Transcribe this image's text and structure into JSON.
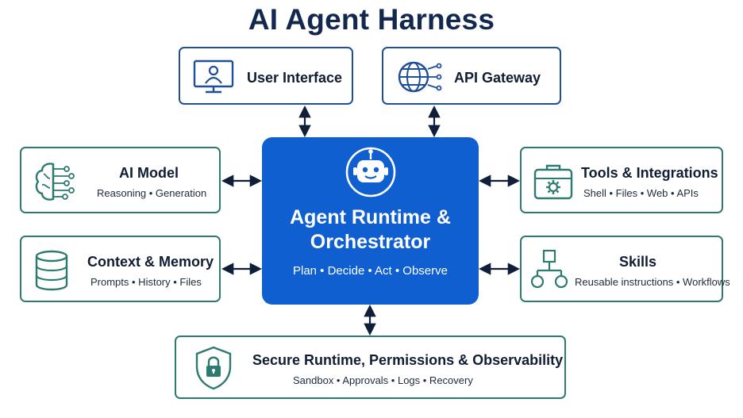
{
  "title": "AI Agent Harness",
  "user_interface": {
    "label": "User Interface"
  },
  "api_gateway": {
    "label": "API Gateway"
  },
  "ai_model": {
    "label": "AI Model",
    "subtitle": "Reasoning • Generation"
  },
  "context_memory": {
    "label": "Context & Memory",
    "subtitle": "Prompts • History • Files"
  },
  "center": {
    "line1": "Agent Runtime &",
    "line2": "Orchestrator",
    "subtitle": "Plan • Decide • Act • Observe"
  },
  "tools": {
    "label": "Tools & Integrations",
    "subtitle": "Shell • Files • Web • APIs"
  },
  "skills": {
    "label": "Skills",
    "subtitle": "Reusable instructions • Workflows"
  },
  "secure_runtime": {
    "label": "Secure Runtime, Permissions & Observability",
    "subtitle": "Sandbox • Approvals • Logs • Recovery"
  },
  "colors": {
    "title": "#13284f",
    "blue_border": "#1f4f99",
    "teal_border": "#2d7a70",
    "center_fill": "#0f5fd0",
    "arrow": "#0f1f3a"
  }
}
